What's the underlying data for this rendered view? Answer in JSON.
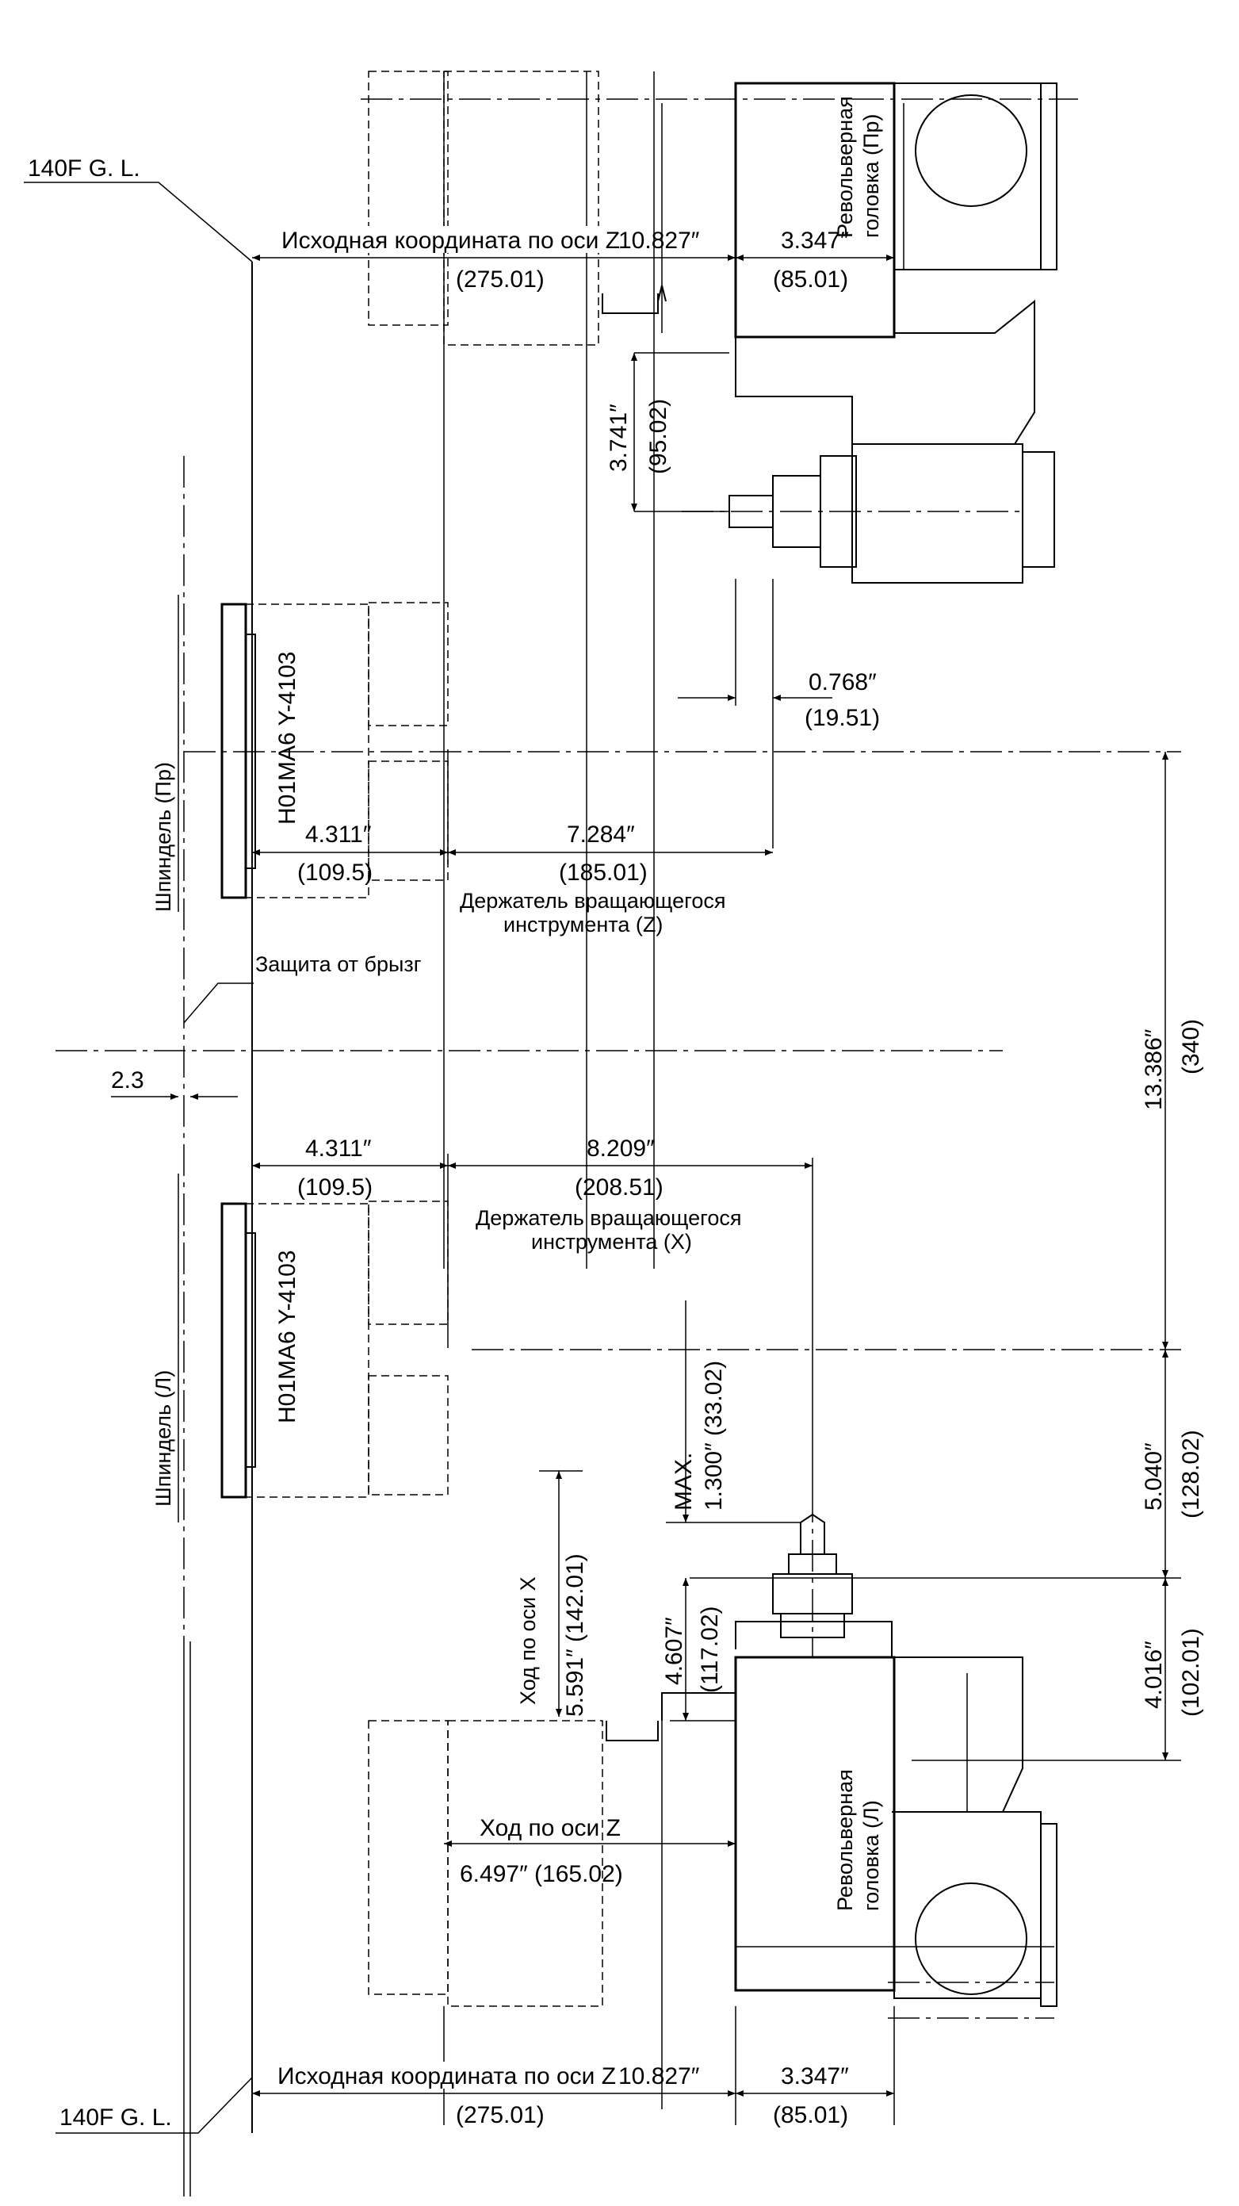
{
  "labels": {
    "gl_top": "140F G. L.",
    "gl_bottom": "140F G. L.",
    "turret_right": [
      "Револьверная",
      "головка (Пр)"
    ],
    "turret_left": [
      "Револьверная",
      "головка (Л)"
    ],
    "spindle_right": "Шпиндель (Пр)",
    "spindle_left": "Шпиндель (Л)",
    "chuck_top": "H01MA6 Y-4103",
    "chuck_bottom": "H01MA6 Y-4103",
    "splash_guard": "Защита от брызг",
    "holder_z": [
      "Держатель вращающегося",
      "инструмента (Z)"
    ],
    "holder_x": [
      "Держатель вращающегося",
      "инструмента (X)"
    ],
    "x_travel_label": "Ход по оси X",
    "z_travel_label": "Ход по оси Z",
    "max_label": "MAX."
  },
  "dimensions": {
    "top_origin_label": "Исходная координата по оси Z",
    "top_origin_in": "10.827″",
    "top_origin_mm": "(275.01)",
    "top_turret_in": "3.347″",
    "top_turret_mm": "(85.01)",
    "v_3741_in": "3.741″",
    "v_3741_mm": "(95.02)",
    "d_0768_in": "0.768″",
    "d_0768_mm": "(19.51)",
    "d_4311a_in": "4.311″",
    "d_4311a_mm": "(109.5)",
    "d_7284_in": "7.284″",
    "d_7284_mm": "(185.01)",
    "d_23": "2.3",
    "d_4311b_in": "4.311″",
    "d_4311b_mm": "(109.5)",
    "d_8209_in": "8.209″",
    "d_8209_mm": "(208.51)",
    "v_13386_in": "13.386″",
    "v_13386_mm": "(340)",
    "v_1300": "1.300″ (33.02)",
    "v_5040_in": "5.040″",
    "v_5040_mm": "(128.02)",
    "v_5591": "5.591″ (142.01)",
    "v_4607_in": "4.607″",
    "v_4607_mm": "(117.02)",
    "v_4016_in": "4.016″",
    "v_4016_mm": "(102.01)",
    "z_travel": "6.497″ (165.02)",
    "bottom_origin_label": "Исходная координата по оси Z",
    "bottom_origin_in": "10.827″",
    "bottom_origin_mm": "(275.01)",
    "bottom_turret_in": "3.347″",
    "bottom_turret_mm": "(85.01)"
  }
}
